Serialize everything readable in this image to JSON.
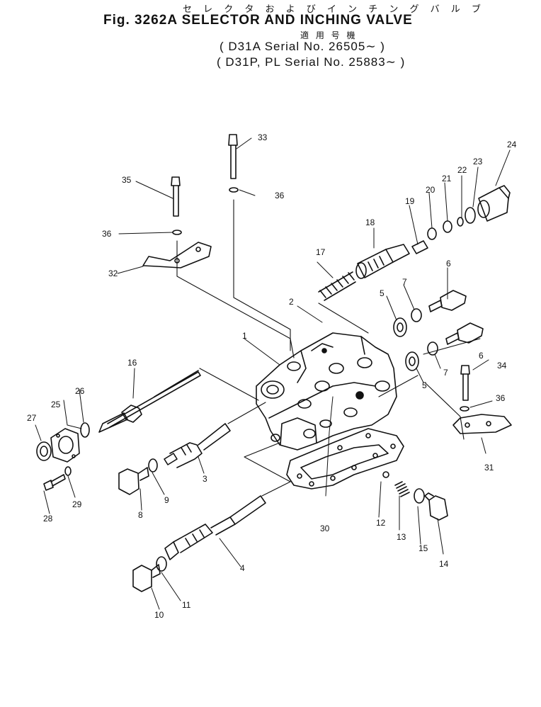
{
  "header": {
    "title_jp": "セ レ ク タ お よ び イ ン チ ン グ バ ル ブ",
    "title": "Fig. 3262A SELECTOR AND INCHING VALVE",
    "applicable_jp": "適 用 号 機",
    "serial_lines": [
      "( D31A     Serial No. 26505∼ )",
      "( D31P, PL  Serial No. 25883∼ )"
    ]
  },
  "callouts": [
    "1",
    "2",
    "3",
    "4",
    "5",
    "5",
    "6",
    "6",
    "7",
    "7",
    "8",
    "9",
    "10",
    "11",
    "12",
    "13",
    "14",
    "15",
    "16",
    "17",
    "18",
    "19",
    "20",
    "21",
    "22",
    "23",
    "24",
    "25",
    "26",
    "27",
    "28",
    "29",
    "30",
    "31",
    "32",
    "33",
    "34",
    "35",
    "36",
    "36",
    "36"
  ]
}
